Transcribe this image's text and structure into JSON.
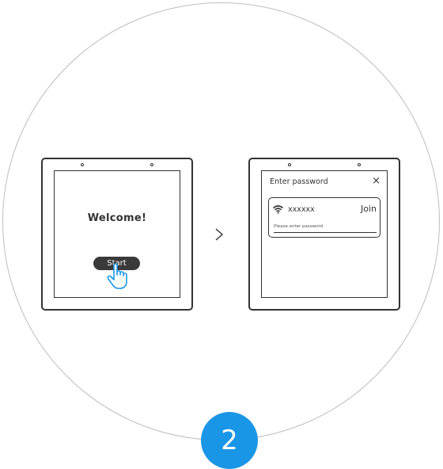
{
  "colors": {
    "accent": "#1a96e6",
    "ink": "#333333",
    "outline": "#bdbdbd"
  },
  "welcome_screen": {
    "title": "Welcome!",
    "start_label": "Start"
  },
  "password_screen": {
    "title": "Enter password",
    "close_icon": "×",
    "network_name": "xxxxxx",
    "join_label": "Join",
    "password_placeholder": "Please enter password"
  },
  "step": {
    "number": "2"
  }
}
